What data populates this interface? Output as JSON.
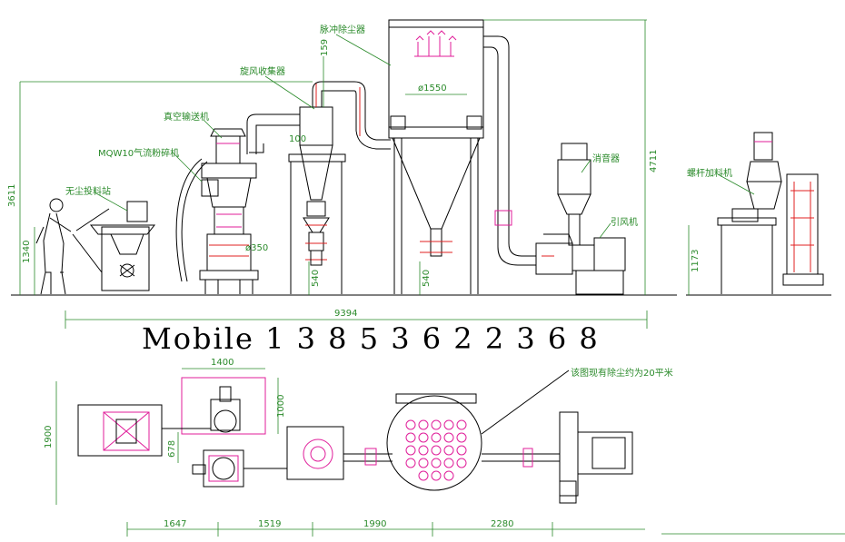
{
  "labels": {
    "pulse_dust_collector": "脉冲除尘器",
    "cyclone_collector": "旋风收集器",
    "vacuum_conveyor": "真空输送机",
    "jet_mill": "MQW10气流粉碎机",
    "dust_free_station": "无尘投料站",
    "silencer": "消音器",
    "induced_fan": "引风机",
    "screw_feeder": "螺杆加料机",
    "dust_note": "该图现有除尘约为20平米"
  },
  "dimensions": {
    "d159": "159",
    "d1550": "ø1550",
    "d100": "100",
    "d350": "ø350",
    "d540a": "540",
    "d540b": "540",
    "d4711": "4711",
    "d3611": "3611",
    "d1340": "1340",
    "d1173": "1173",
    "d9394": "9394",
    "d1400": "1400",
    "d1000": "1000",
    "d1900": "1900",
    "d678": "678",
    "d1647": "1647",
    "d1519": "1519",
    "d1990": "1990",
    "d2280": "2280"
  },
  "watermark": "Mobile 1 3 8 5 3 6 2 2 3 6 8",
  "colors": {
    "line": "#000000",
    "dimension": "#2a8a2a",
    "magenta": "#e01e9a",
    "red": "#e02020"
  }
}
